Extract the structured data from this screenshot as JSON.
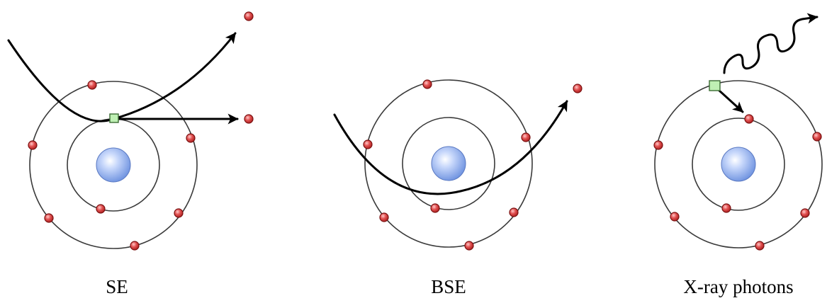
{
  "panels": [
    {
      "label": "SE"
    },
    {
      "label": "BSE"
    },
    {
      "label": "X-ray photons"
    }
  ],
  "colors": {
    "nucleus": "#8fb0ef",
    "electron": "#d84545",
    "vacancy": "#bff0b4",
    "orbit": "#3a3a3a",
    "path": "#000000"
  }
}
